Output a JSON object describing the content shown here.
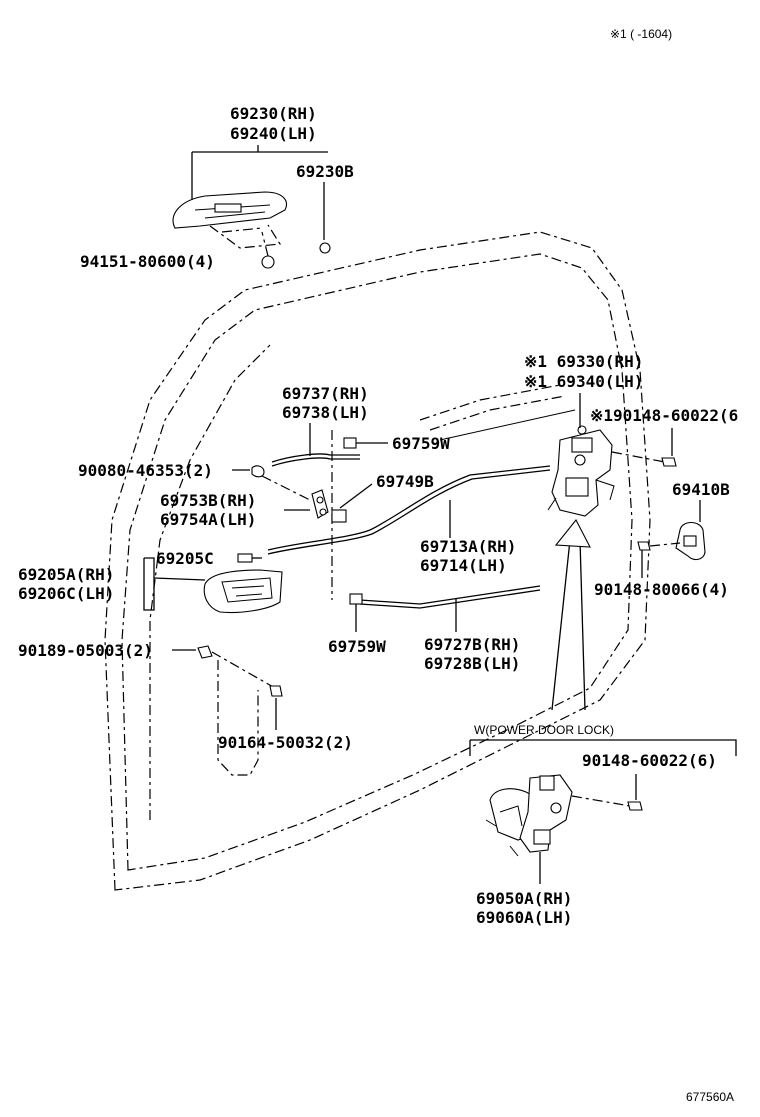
{
  "header": {
    "note": "※1 (      -1604)"
  },
  "labels": {
    "outer_handle_rh": "69230(RH)",
    "outer_handle_lh": "69240(LH)",
    "outer_handle_part_b": "69230B",
    "outer_handle_bolt": "94151-80600(4)",
    "lock_assy_rh": "※1 69330(RH)",
    "lock_assy_lh": "※1 69340(LH)",
    "lock_screw": "※190148-60022(6",
    "cable_rh": "69737(RH)",
    "cable_lh": "69738(LH)",
    "clip_top": "69759W",
    "clip_fastener": "90080-46353(2)",
    "bracket": "69749B",
    "lever_rh": "69753B(RH)",
    "lever_lh": "69754A(LH)",
    "inner_bezel": "69205C",
    "inner_handle_rh": "69205A(RH)",
    "inner_handle_lh": "69206C(LH)",
    "rod_rh": "69713A(RH)",
    "rod_lh": "69714(LH)",
    "striker": "69410B",
    "striker_screw": "90148-80066(4)",
    "clip_bottom": "69759W",
    "rod2_rh": "69727B(RH)",
    "rod2_lh": "69728B(LH)",
    "inner_handle_screw": "90189-05003(2)",
    "inner_handle_bolt": "90164-50032(2)",
    "power_lock_header": "W(POWER DOOR LOCK)",
    "power_lock_screw": "90148-60022(6)",
    "power_lock_rh": "69050A(RH)",
    "power_lock_lh": "69060A(LH)"
  },
  "footer": {
    "code": "677560A"
  }
}
